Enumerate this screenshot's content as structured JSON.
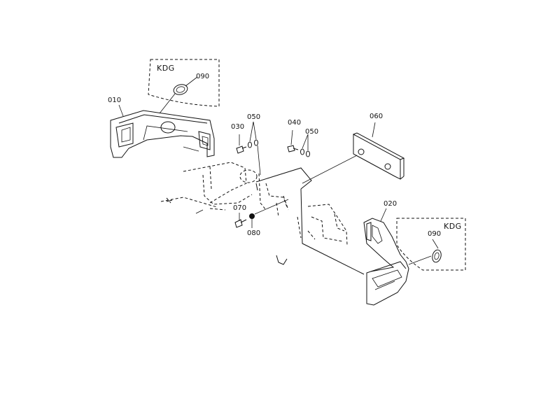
{
  "diagram": {
    "background": "#ffffff",
    "line_color": "#111111",
    "variant_boxes": [
      {
        "tag": "KDG",
        "part": "090"
      },
      {
        "tag": "KDG",
        "part": "090"
      }
    ],
    "parts": {
      "p010": "010",
      "p020": "020",
      "p030": "030",
      "p040": "040",
      "p050a": "050",
      "p050b": "050",
      "p060": "060",
      "p070": "070",
      "p080": "080"
    }
  }
}
